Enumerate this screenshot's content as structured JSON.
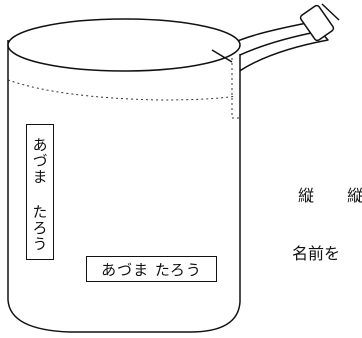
{
  "labels": {
    "vertical_name": "あづま たろう",
    "horizontal_name": "あづま たろう"
  },
  "instructions": {
    "line1": "縦 縦",
    "line2": "名前を"
  },
  "colors": {
    "line": "#111111",
    "background": "#ffffff"
  }
}
